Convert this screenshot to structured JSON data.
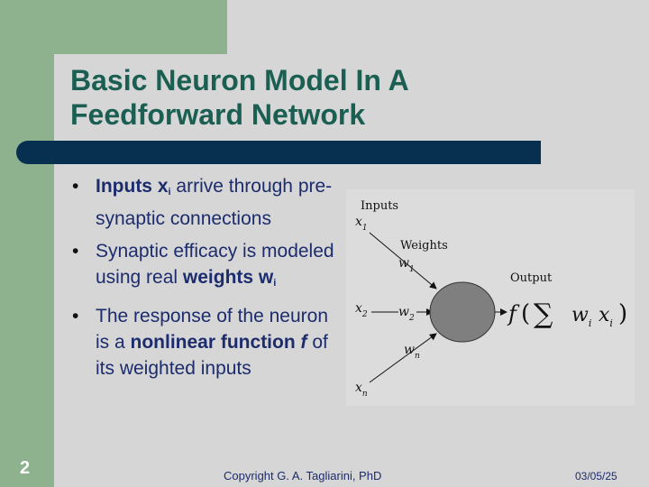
{
  "slide": {
    "title": "Basic Neuron Model In A Feedforward Network",
    "page_number": "2",
    "copyright": "Copyright G. A. Tagliarini, PhD",
    "date": "03/05/25"
  },
  "bullets": [
    {
      "bold_lead": "Inputs x",
      "lead_sub": "i",
      "text": " arrive through pre-synaptic connections"
    },
    {
      "text": "Synaptic efficacy is modeled using real ",
      "bold_tail": "weights w",
      "tail_sub": "i"
    },
    {
      "text": "The response of the neuron is a ",
      "bold1": "nonlinear function ",
      "bold_italic": "f",
      "text2": " of its weighted inputs"
    }
  ],
  "diagram": {
    "inputs_label": "Inputs",
    "weights_label": "Weights",
    "output_label": "Output",
    "x_var": "x",
    "w_var": "w",
    "sub_1": "1",
    "sub_2": "2",
    "sub_n": "n",
    "sub_i": "i",
    "f_symbol": "f",
    "open_paren": "(",
    "sigma": "∑",
    "close_paren": ")",
    "arrow_marker": "arrowhead-icon",
    "neuron_color": "#7f7f7f"
  },
  "colors": {
    "title": "#1a5f52",
    "body_text": "#1c2c6c",
    "green_frame": "#8db28d",
    "title_bar": "#073050",
    "background": "#d6d6d6"
  }
}
